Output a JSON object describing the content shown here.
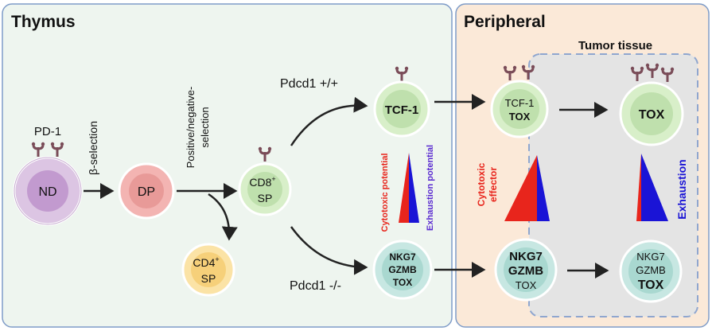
{
  "panels": {
    "thymus": {
      "title": "Thymus",
      "bg": "#eef5ef",
      "border": "#7f9cc8"
    },
    "peripheral": {
      "title": "Peripheral",
      "bg": "#fbe9d8",
      "border": "#7f9cc8"
    },
    "tumor": {
      "title": "Tumor tissue",
      "bg": "#e4e4e4",
      "border": "#8fa6cf"
    }
  },
  "cells": {
    "nd": {
      "label": "ND",
      "marker": "PD-1"
    },
    "dp": {
      "label": "DP"
    },
    "cd8sp": {
      "line1": "CD8",
      "sup": "+",
      "line2": "SP"
    },
    "cd4sp": {
      "line1": "CD4",
      "sup": "+",
      "line2": "SP"
    },
    "tcf1": {
      "label": "TCF-1"
    },
    "nkg7_thymus": {
      "line1": "NKG7",
      "line2": "GZMB",
      "line3": "TOX"
    },
    "periph_tcf1": {
      "line1": "TCF-1",
      "line2": "TOX"
    },
    "periph_nkg7": {
      "line1": "NKG7",
      "line2": "GZMB",
      "line3": "TOX"
    },
    "tumor_tox": {
      "label": "TOX"
    },
    "tumor_nkg7": {
      "line1": "NKG7",
      "line2": "GZMB",
      "line3": "TOX"
    }
  },
  "arrows": {
    "beta_selection": "β-selection",
    "posneg_line1": "Positive/negative-",
    "posneg_line2": "selection",
    "pdcd1_wt": "Pdcd1 +/+",
    "pdcd1_ko": "Pdcd1 -/-"
  },
  "potentials": {
    "cytotoxic_potential": "Cytotoxic potential",
    "exhaustion_potential": "Exhaustion potential",
    "cytotoxic_effector_1": "Cytotoxic",
    "cytotoxic_effector_2": "effector",
    "exhaustion": "Exhaustion"
  },
  "colors": {
    "red": "#e8251c",
    "blue": "#1a14d6",
    "purple_cell": "#dcc5e3",
    "pink_cell": "#f3b4b2",
    "green_cell": "#d8efc9",
    "yellow_cell": "#fbe3a6",
    "teal_cell": "#c7e7e2",
    "receptor": "#7a4c58"
  }
}
